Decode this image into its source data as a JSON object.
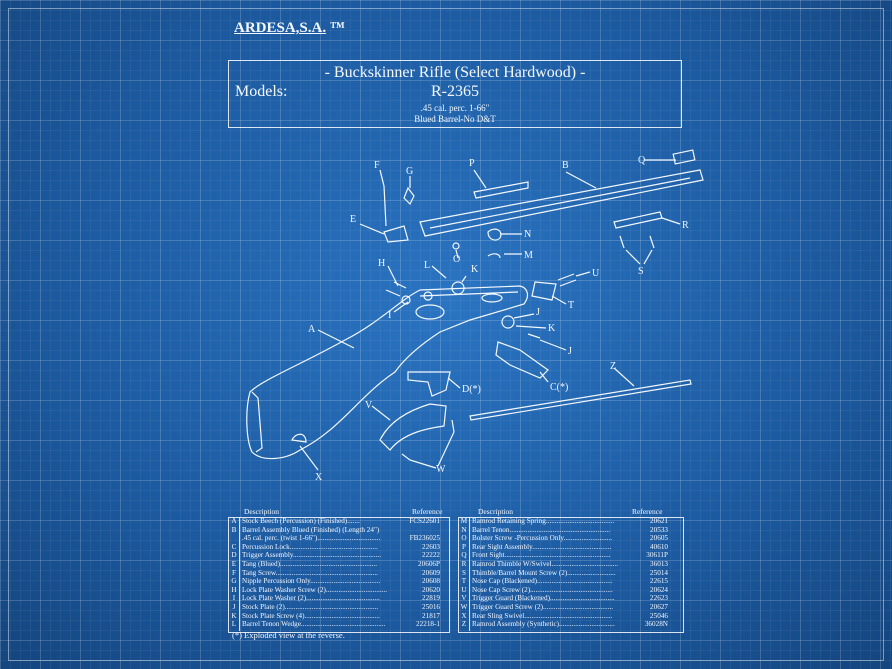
{
  "brand": {
    "name": "ARDESA,S.A.",
    "tm": "™"
  },
  "title": {
    "line1": "- Buckskinner Rifle (Select  Hardwood) -",
    "models_label": "Models:",
    "model_number": "R-2365",
    "spec1": ".45 cal. perc. 1-66\"",
    "spec2": "Blued Barrel-No D&T"
  },
  "callouts": [
    "A",
    "B",
    "C(*)",
    "D(*)",
    "E",
    "F",
    "G",
    "H",
    "I",
    "J",
    "K",
    "L",
    "M",
    "N",
    "O",
    "P",
    "Q",
    "R",
    "S",
    "T",
    "U",
    "V",
    "W",
    "X",
    "Z",
    "J",
    "K"
  ],
  "parts_table": {
    "headers": {
      "description": "Description",
      "reference": "Reference"
    },
    "left": [
      {
        "letter": "A",
        "desc": "Stock Beech (Percussion) (Finished).......",
        "ref": "FCS22601"
      },
      {
        "letter": "B",
        "desc": "Barrel Assembly Blued (Finished) (Length 24\")",
        "ref": ""
      },
      {
        "letter": "",
        "desc": ".45 cal. perc. (twist 1-66\")...................................",
        "ref": "FB236025"
      },
      {
        "letter": "C",
        "desc": "Percussion Lock.................................................",
        "ref": "22603"
      },
      {
        "letter": "D",
        "desc": "Trigger Assembly.................................................",
        "ref": "22222"
      },
      {
        "letter": "E",
        "desc": "Tang (Blued)......................................................",
        "ref": "20606P"
      },
      {
        "letter": "F",
        "desc": "Tang Screw.........................................................",
        "ref": "20609"
      },
      {
        "letter": "G",
        "desc": "Nipple Percussion Only.......................................",
        "ref": "20608"
      },
      {
        "letter": "H",
        "desc": "Lock Plate Washer Screw (2)..................................",
        "ref": "20620"
      },
      {
        "letter": "I",
        "desc": "Lock Plate Washer (2).........................................",
        "ref": "22819"
      },
      {
        "letter": "J",
        "desc": "Stock Plate (2)....................................................",
        "ref": "25016"
      },
      {
        "letter": "K",
        "desc": "Stock Plate Screw (4)..........................................",
        "ref": "21817"
      },
      {
        "letter": "L",
        "desc": "Barrel Tenon Wedge...............................................",
        "ref": "22218-1"
      }
    ],
    "right": [
      {
        "letter": "M",
        "desc": "Ramrod Retaining Spring......................................",
        "ref": "20621"
      },
      {
        "letter": "N",
        "desc": "Barrel Tenon........................................................",
        "ref": "20533"
      },
      {
        "letter": "O",
        "desc": "Bolster Screw -Percussion Only...........................",
        "ref": "20605"
      },
      {
        "letter": "P",
        "desc": "Rear Sight Assembly............................................",
        "ref": "40610"
      },
      {
        "letter": "Q",
        "desc": "Front Sight...........................................................",
        "ref": "30611P"
      },
      {
        "letter": "R",
        "desc": "Ramrod Thimble W/Swivel.....................................",
        "ref": "36013"
      },
      {
        "letter": "S",
        "desc": "Thimble/Barrel Mount Screw (2)...........................",
        "ref": "25014"
      },
      {
        "letter": "T",
        "desc": "Nose Cap (Blackened)..........................................",
        "ref": "22615"
      },
      {
        "letter": "U",
        "desc": "Nose Cap Screw (2)..............................................",
        "ref": "20624"
      },
      {
        "letter": "V",
        "desc": "Trigger Guard (Blackened)....................................",
        "ref": "22623"
      },
      {
        "letter": "W",
        "desc": "Trigger Guard Screw (2).......................................",
        "ref": "20627"
      },
      {
        "letter": "X",
        "desc": "Rear Sling Swivel.................................................",
        "ref": "25046"
      },
      {
        "letter": "Z",
        "desc": "Ramrod Assembly (Synthetic)...............................",
        "ref": "36028N"
      }
    ]
  },
  "footnote": "(*)  Exploded view at the reverse."
}
